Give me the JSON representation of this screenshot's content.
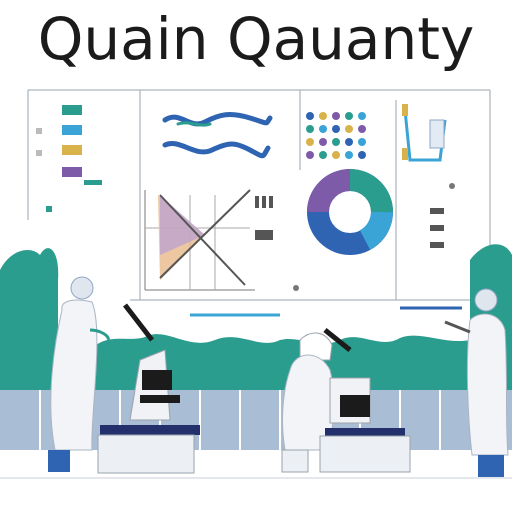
{
  "title": "Quain Qauanty",
  "colors": {
    "teal": "#2a9d8f",
    "teal_dark": "#1f7f73",
    "blue": "#2f64b2",
    "navy": "#23306b",
    "slate": "#8fa7c4",
    "ink": "#1b1b1b",
    "gold": "#d8b24a",
    "purple": "#7e5ba8"
  },
  "icons": [
    "scientist-figure",
    "microscope-icon",
    "donut-chart",
    "line-chart",
    "dot-grid",
    "bar-legend"
  ]
}
